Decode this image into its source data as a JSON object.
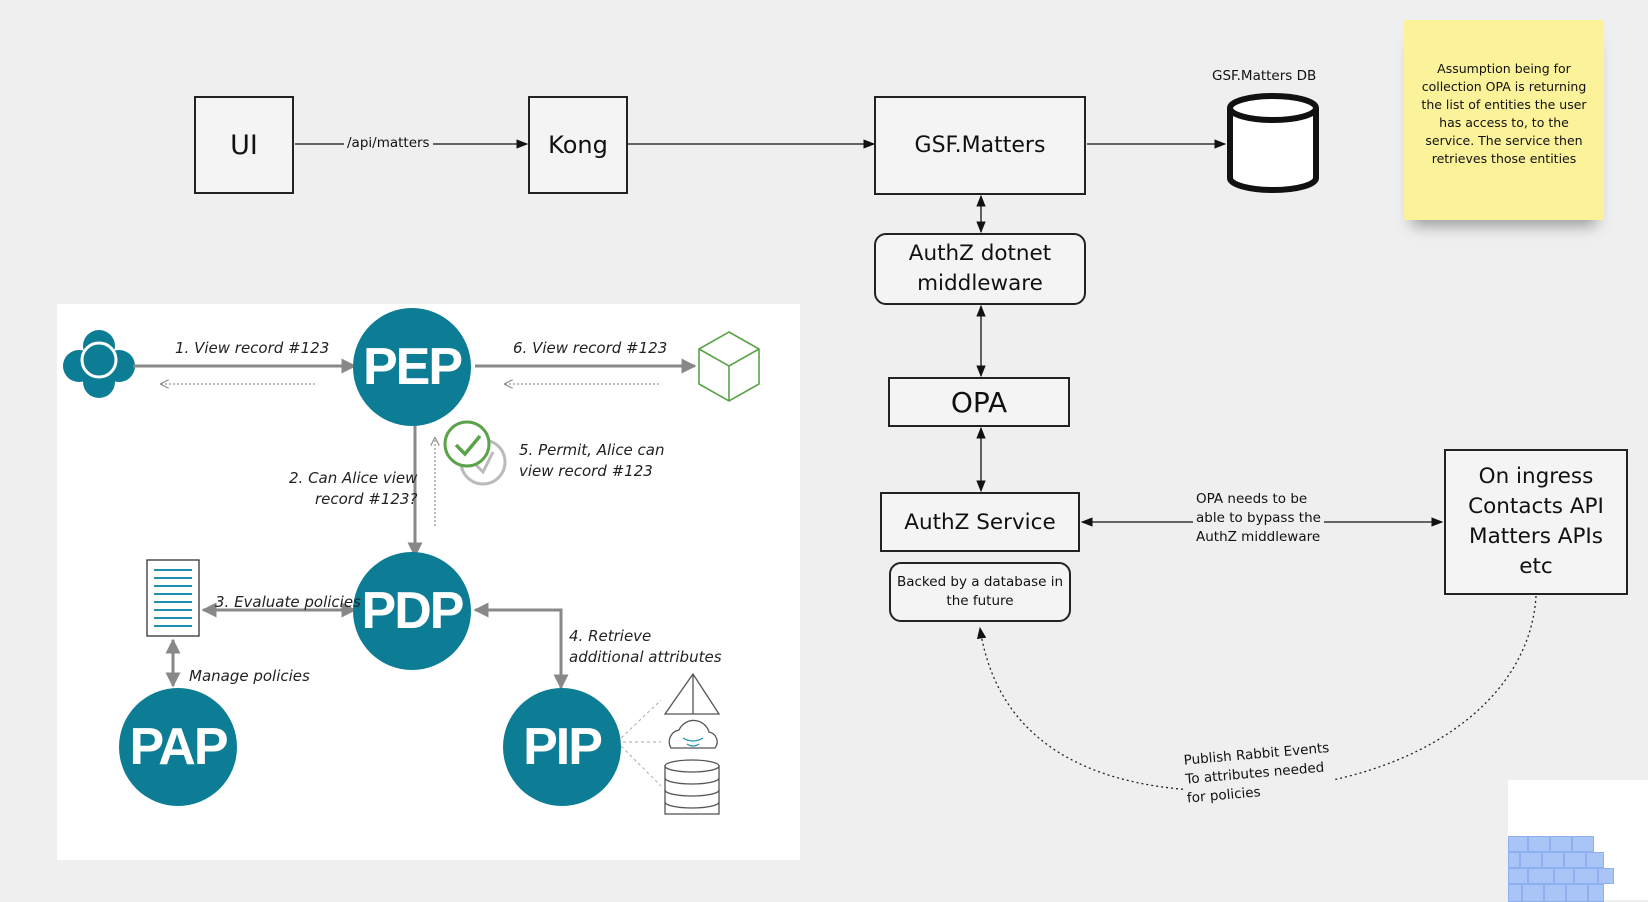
{
  "main_diagram": {
    "ui": "UI",
    "kong": "Kong",
    "gsf_matters": "GSF.Matters",
    "db_label": "GSF.Matters DB",
    "authz_middleware_line1": "AuthZ dotnet",
    "authz_middleware_line2": "middleware",
    "opa": "OPA",
    "authz_service": "AuthZ Service",
    "backed_line1": "Backed by a database in",
    "backed_line2": "the future",
    "ingress_line1": "On ingress",
    "ingress_line2": "Contacts API",
    "ingress_line3": "Matters APIs",
    "ingress_line4": "etc",
    "edge_api_matters": "/api/matters",
    "edge_opa_line1": "OPA needs to be",
    "edge_opa_line2": "able to bypass the",
    "edge_opa_line3": "AuthZ middleware",
    "rabbit_line1": "Publish Rabbit Events",
    "rabbit_line2": "To attributes needed",
    "rabbit_line3": "for policies"
  },
  "sticky_note": {
    "line1": "Assumption being for",
    "line2": "collection OPA is returning",
    "line3": "the list of entities the user",
    "line4": "has access to, to the",
    "line5": "service. The service then",
    "line6": "retrieves those entities",
    "color": "#fbf29a"
  },
  "xacml_diagram": {
    "pep": "PEP",
    "pdp": "PDP",
    "pap": "PAP",
    "pip": "PIP",
    "step1": "1. View record #123",
    "step6": "6. View record #123",
    "step2_line1": "2. Can Alice view",
    "step2_line2": "record #123?",
    "step5_line1": "5. Permit, Alice can",
    "step5_line2": "view record #123",
    "step3": "3. Evaluate policies",
    "step4_line1": "4. Retrieve",
    "step4_line2": "additional attributes",
    "manage": "Manage policies",
    "circle_color": "#0c7d94"
  }
}
